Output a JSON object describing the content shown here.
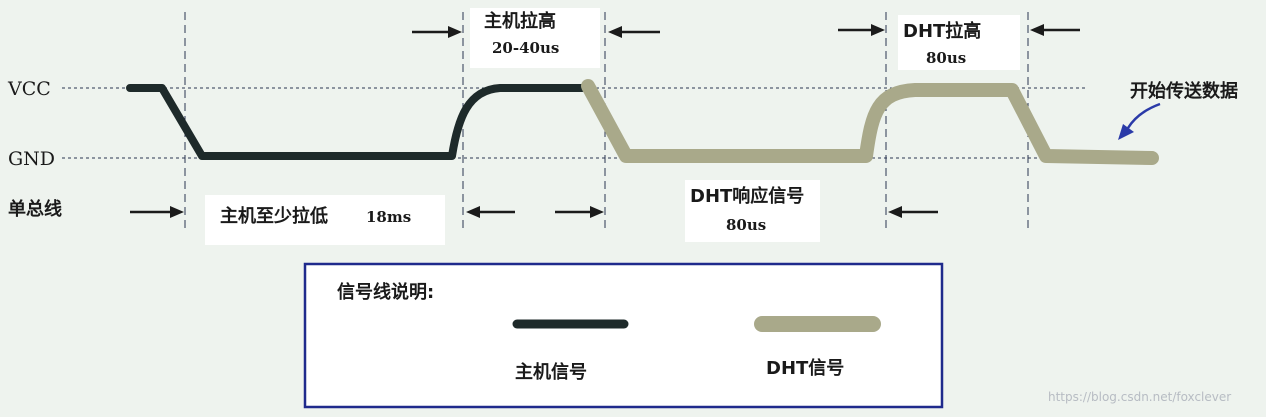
{
  "axis_labels": {
    "vcc": "VCC",
    "gnd": "GND",
    "bus": "单总线"
  },
  "phases": {
    "host_low": {
      "label": "主机至少拉低",
      "value": "18ms"
    },
    "host_high": {
      "label": "主机拉高",
      "value": "20-40us"
    },
    "dht_response": {
      "label": "DHT响应信号",
      "value": "80us"
    },
    "dht_high": {
      "label": "DHT拉高",
      "value": "80us"
    }
  },
  "start_transmit": "开始传送数据",
  "legend": {
    "title": "信号线说明:",
    "host": "主机信号",
    "dht": "DHT信号",
    "host_color": "#1e2a2a",
    "dht_color": "#a9a98a"
  },
  "watermark": "https://blog.csdn.net/foxclever"
}
